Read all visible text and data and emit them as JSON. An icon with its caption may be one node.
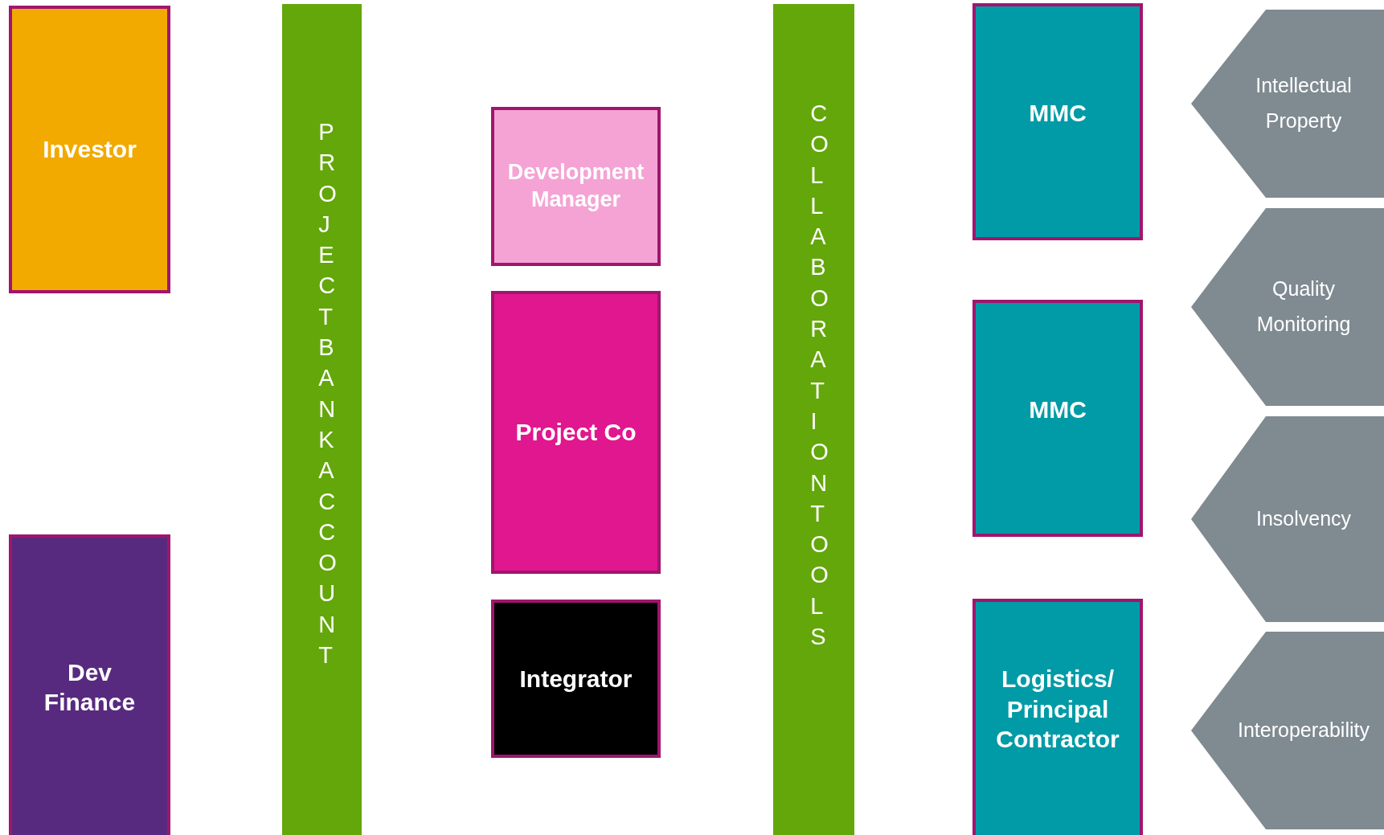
{
  "diagram": {
    "nodes": [
      {
        "text": [
          "Investor"
        ]
      },
      {
        "text": [
          "Dev Finance"
        ]
      },
      {
        "text": [
          "PROJECT BANK ACCOUNT"
        ]
      },
      {
        "text": [
          "Development Manager"
        ]
      },
      {
        "text": [
          "Project Co"
        ]
      },
      {
        "text": [
          "Integrator"
        ]
      },
      {
        "text": [
          "COLLABORATION TOOLS"
        ]
      },
      {
        "text": [
          "MMC"
        ]
      },
      {
        "text": [
          "MMC"
        ]
      },
      {
        "text": [
          "Logistics/ Principal Contractor"
        ]
      },
      {
        "text": [
          "Intellectual Property"
        ]
      },
      {
        "text": [
          "Quality Monitoring"
        ]
      },
      {
        "text": [
          "Insolvency"
        ]
      },
      {
        "text": [
          "Interoperability"
        ]
      }
    ]
  }
}
